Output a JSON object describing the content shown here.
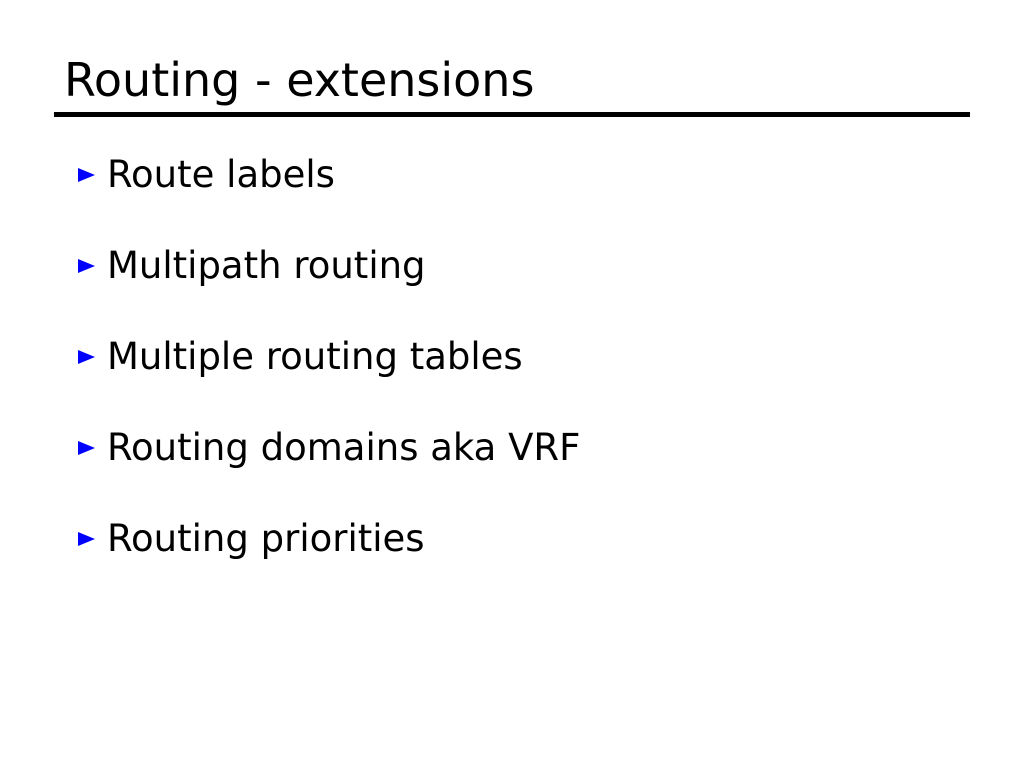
{
  "slide": {
    "title": "Routing - extensions",
    "background_color": "#ffffff",
    "title_color": "#000000",
    "rule_color": "#000000",
    "bullet_color": "#0000ff",
    "bullet_glyph": "triangle-right",
    "bullets": [
      {
        "label": "Route labels"
      },
      {
        "label": "Multipath routing"
      },
      {
        "label": "Multiple routing tables"
      },
      {
        "label": "Routing domains aka VRF"
      },
      {
        "label": "Routing priorities"
      }
    ]
  }
}
